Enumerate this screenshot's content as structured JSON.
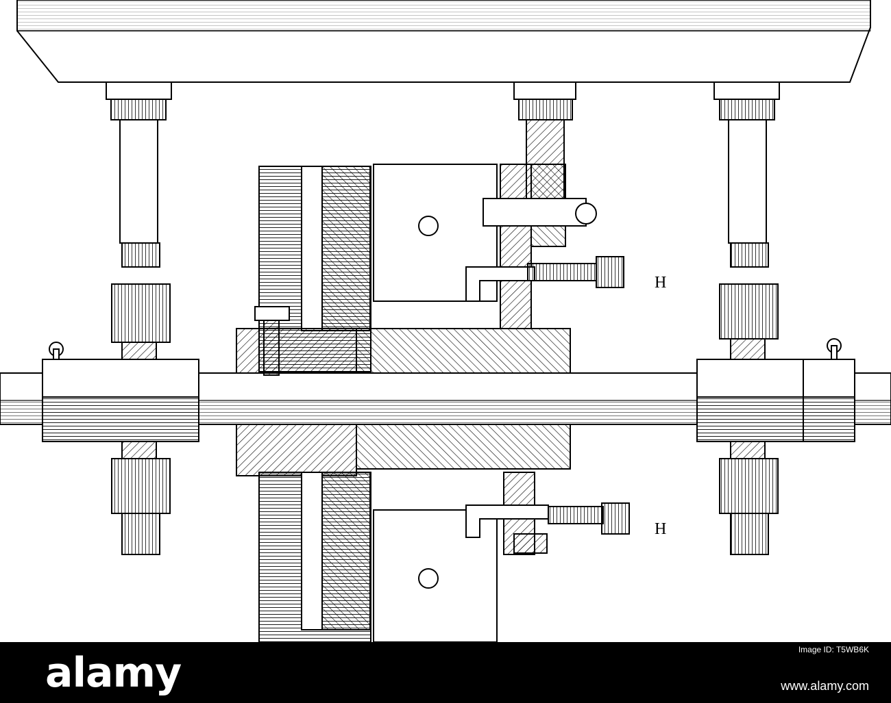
{
  "figure": {
    "labels": [
      "H",
      "H"
    ]
  },
  "footer": {
    "brand": "alamy",
    "stock_id": "T5WB6K",
    "site": "www.alamy.com",
    "image_id_label": "Image ID: T5WB6K"
  },
  "colors": {
    "ink": "#000000",
    "paper": "#ffffff",
    "footer_bg": "#000000",
    "footer_text": "#ffffff"
  }
}
